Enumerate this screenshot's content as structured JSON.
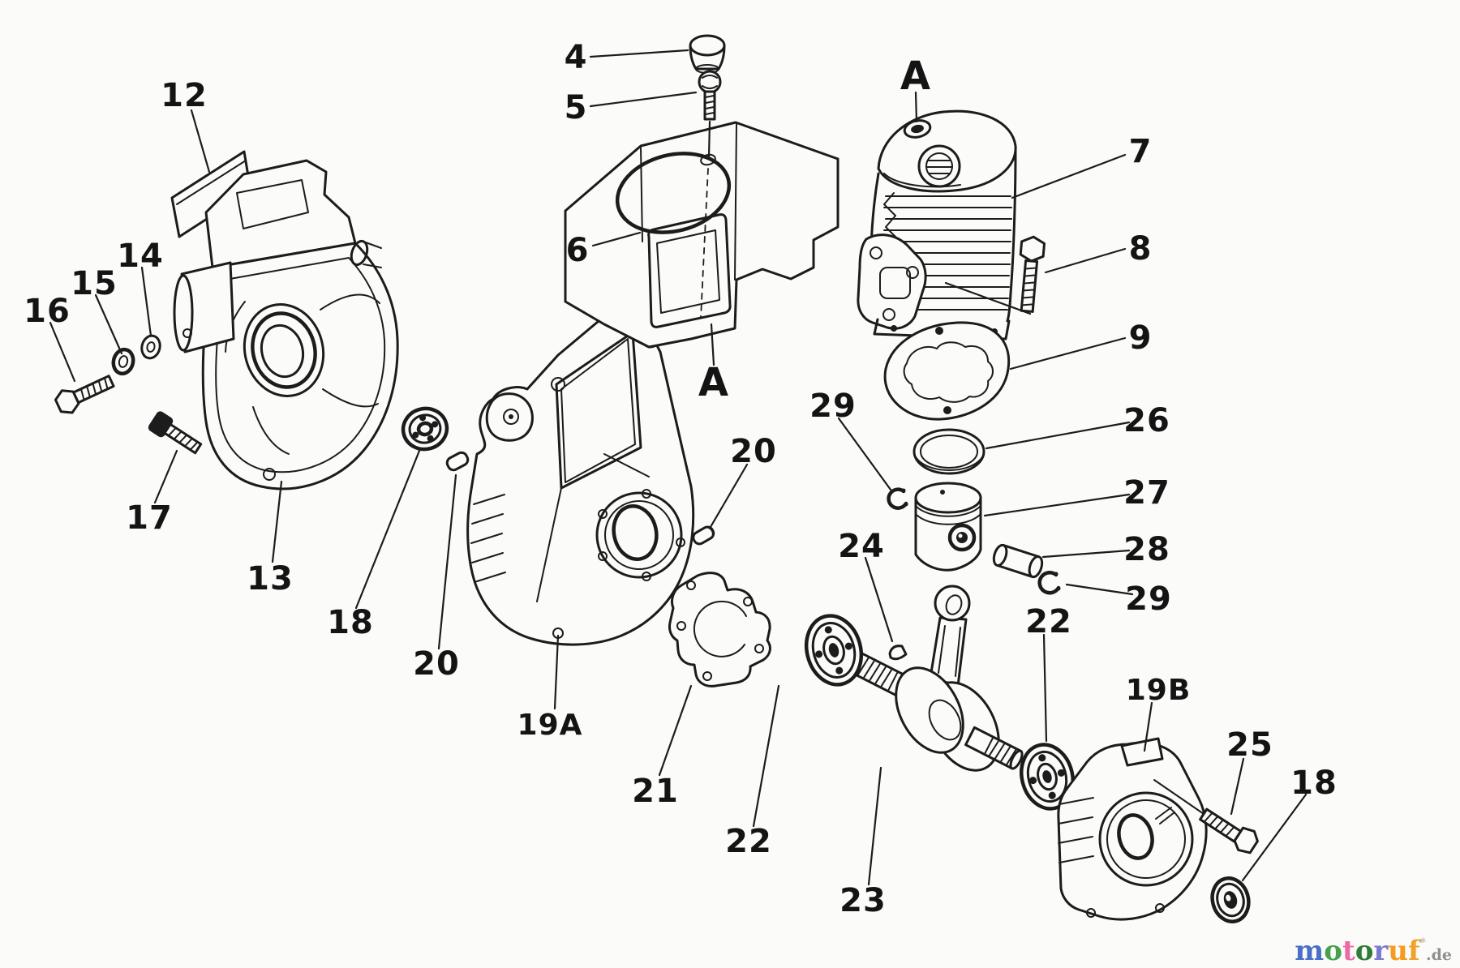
{
  "callouts": {
    "n4": "4",
    "n5": "5",
    "n6": "6",
    "n7": "7",
    "n8": "8",
    "n9": "9",
    "n12": "12",
    "n13": "13",
    "n14": "14",
    "n15": "15",
    "n16": "16",
    "n17": "17",
    "n18": "18",
    "n19a": "19A",
    "n19b": "19B",
    "n20": "20",
    "n21": "21",
    "n22": "22",
    "n23": "23",
    "n24": "24",
    "n25": "25",
    "n26": "26",
    "n27": "27",
    "n28": "28",
    "n29": "29",
    "a": "A"
  },
  "watermark": {
    "letters": [
      {
        "ch": "m",
        "color": "#4a6fc9"
      },
      {
        "ch": "o",
        "color": "#45a24d"
      },
      {
        "ch": "t",
        "color": "#ed6ba5"
      },
      {
        "ch": "o",
        "color": "#2f7d36"
      },
      {
        "ch": "r",
        "color": "#7b7ad0"
      },
      {
        "ch": "u",
        "color": "#f59b20"
      },
      {
        "ch": "f",
        "color": "#f0a12a"
      }
    ],
    "mark": "*",
    "suffix": ".de"
  }
}
